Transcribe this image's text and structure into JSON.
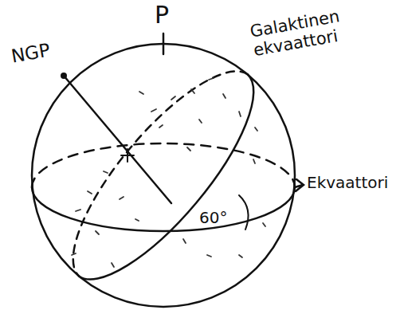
{
  "diagram": {
    "labels": [
      "P",
      "NGP",
      "Galaktinen ekvaattori",
      "Ekvaattori",
      "60°"
    ]
  }
}
